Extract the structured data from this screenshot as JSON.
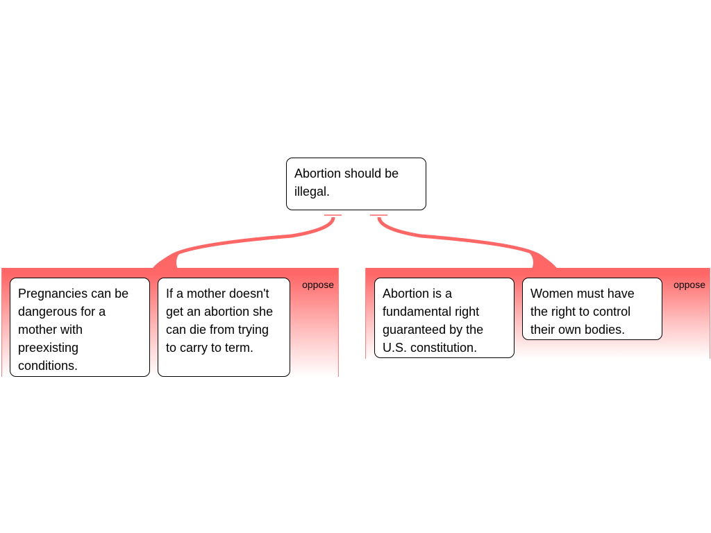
{
  "root_claim": "Abortion should be illegal.",
  "groups": [
    {
      "label": "oppose",
      "premises": [
        "Pregnancies can be dangerous for a mother with preexisting conditions.",
        "If a mother doesn't get an abortion she can die from trying to carry to term."
      ]
    },
    {
      "label": "oppose",
      "premises": [
        "Abortion is a fundamental right guaranteed by the U.S. constitution.",
        "Women must have the right to control their own bodies."
      ]
    }
  ],
  "colors": {
    "connector": "#ff6666",
    "group_header": "#ff6666",
    "box_border": "#000000"
  }
}
